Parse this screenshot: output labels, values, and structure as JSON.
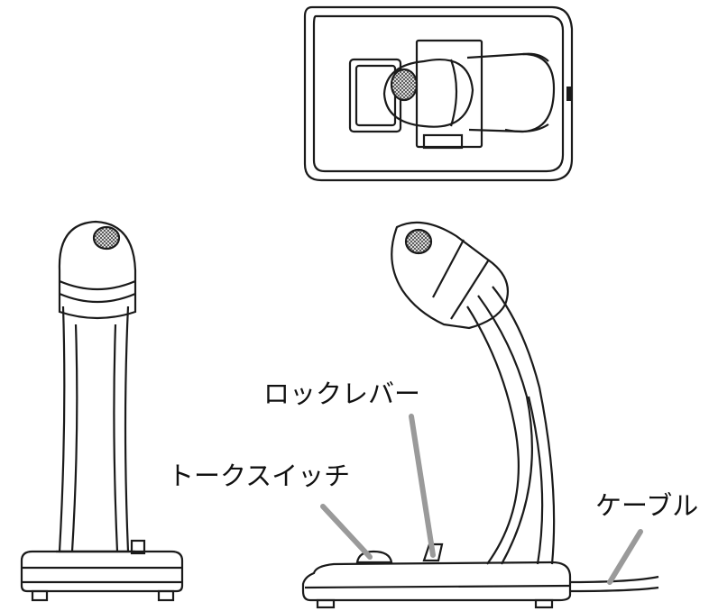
{
  "labels": {
    "lock_lever": "ロックレバー",
    "talk_switch": "トークスイッチ",
    "cable": "ケーブル"
  },
  "colors": {
    "line": "#1a1a1a",
    "leader": "#9a9a9a",
    "grille": "#555555",
    "background": "#ffffff"
  }
}
